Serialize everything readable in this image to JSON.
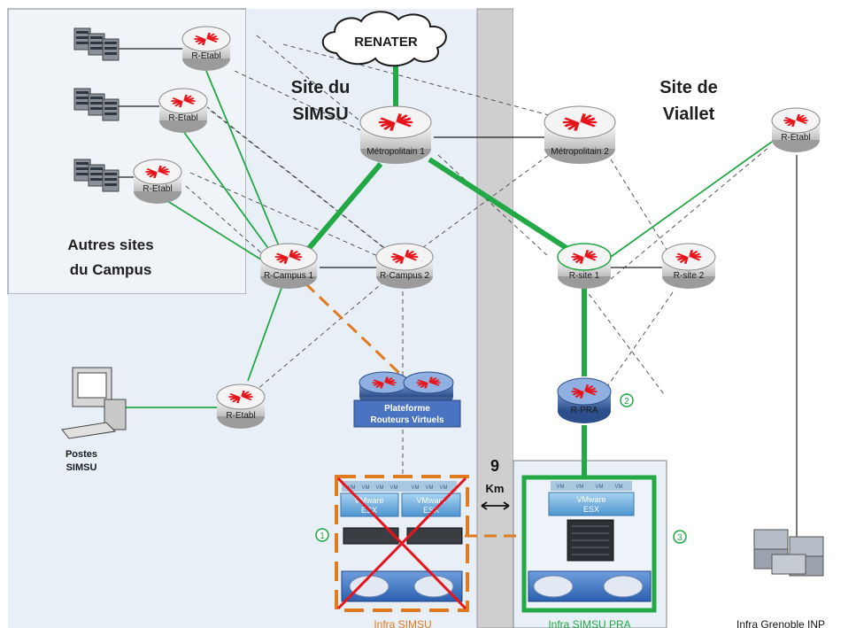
{
  "cloud": {
    "label": "RENATER"
  },
  "sites": {
    "simsu": [
      "Site du",
      "SIMSU"
    ],
    "viallet": [
      "Site de",
      "Viallet"
    ],
    "campus": [
      "Autres sites",
      "du Campus"
    ]
  },
  "routers": {
    "etabl_label": "R-Etabl",
    "metro1": "Métropolitain 1",
    "metro2": "Métropolitain 2",
    "campus1": "R-Campus 1",
    "campus2": "R-Campus 2",
    "site1": "R-site 1",
    "site2": "R-site 2",
    "pra": "R-PRA"
  },
  "platform": {
    "label": [
      "Plateforme",
      "Routeurs Virtuels"
    ]
  },
  "postes": {
    "label": [
      "Postes",
      "SIMSU"
    ]
  },
  "distance": {
    "value": "9",
    "unit": "Km"
  },
  "vmware": {
    "label": [
      "VMware",
      "ESX"
    ],
    "vm": "VM"
  },
  "markers": {
    "m1": "1",
    "m2": "2",
    "m3": "3"
  },
  "infra": {
    "simsu": "Infra SIMSU",
    "pra": "Infra SIMSU PRA",
    "grenoble": "Infra Grenoble INP"
  },
  "colors": {
    "green": "#22a845",
    "orange": "#e07b1f",
    "red": "#e8141c",
    "pra_router": "#4a6fa5"
  }
}
